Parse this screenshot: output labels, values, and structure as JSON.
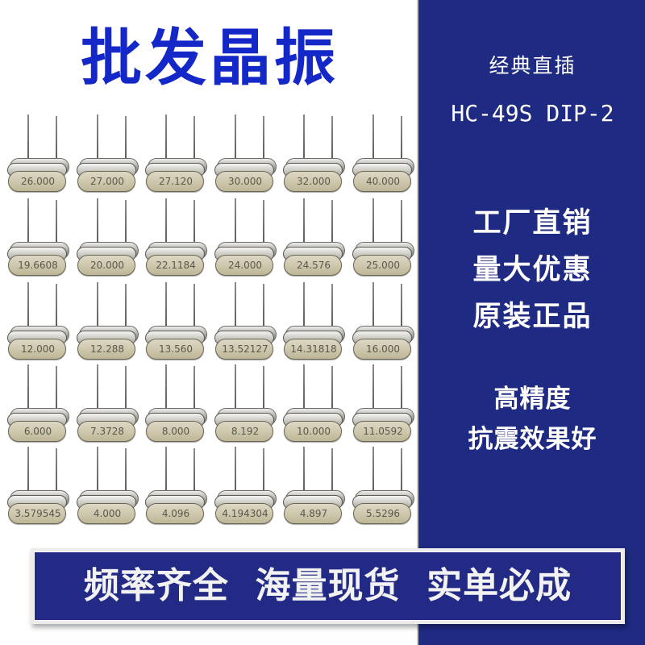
{
  "title": "批发晶振",
  "side_panel": {
    "subtitle": "经典直插",
    "model": "HC-49S DIP-2",
    "features": [
      "工厂直销",
      "量大优惠",
      "原装正品"
    ],
    "quality": [
      "高精度",
      "抗震效果好"
    ],
    "background_color": "#1f2a82"
  },
  "crystals": {
    "package": "HC-49S",
    "rows": [
      [
        "26.000",
        "27.000",
        "27.120",
        "30.000",
        "32.000",
        "40.000"
      ],
      [
        "19.6608",
        "20.000",
        "22.1184",
        "24.000",
        "24.576",
        "25.000"
      ],
      [
        "12.000",
        "12.288",
        "13.560",
        "13.52127",
        "14.31818",
        "16.000"
      ],
      [
        "6.000",
        "7.3728",
        "8.000",
        "8.192",
        "10.000",
        "11.0592"
      ],
      [
        "3.579545",
        "4.000",
        "4.096",
        "4.194304",
        "4.897",
        "5.5296"
      ]
    ]
  },
  "banner": {
    "text": "频率齐全  海量现货  实单必成",
    "background_color": "#232a85"
  },
  "colors": {
    "title": "#1428c8",
    "panel": "#1f2a82",
    "text_light": "#ffffff"
  }
}
